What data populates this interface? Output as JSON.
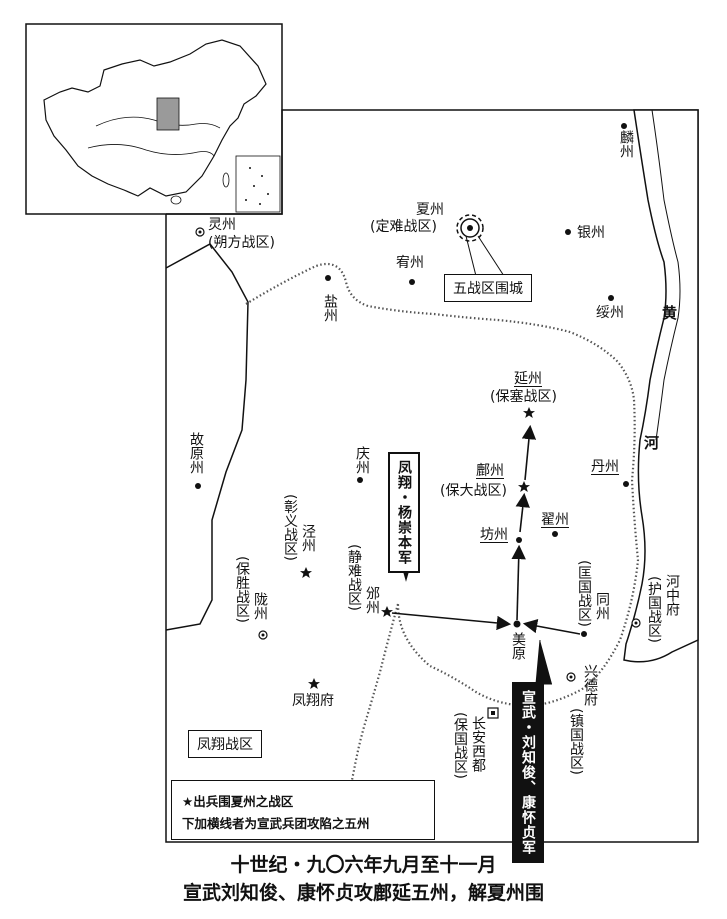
{
  "map": {
    "places": {
      "lingzhou": "灵州",
      "lingzhou_sub": "(朔方战区)",
      "xiazhou": "夏州",
      "xiazhou_sub": "(定难战区)",
      "youzhou": "宥州",
      "linzhou": "麟州",
      "yinzhou": "银州",
      "suizhou": "绥州",
      "yanzhou": "盐州",
      "yanzhou2": "延州",
      "yanzhou2_sub": "(保塞战区)",
      "fuzhou": "鄜州",
      "fuzhou_sub": "(保大战区)",
      "fangzhou": "坊州",
      "zhaizhou": "翟州",
      "danzhou": "丹州",
      "guyuan": "故原州",
      "qingzhou": "庆州",
      "jingzhou": "泾州",
      "zhangyi": "(彰义战区)",
      "jingnan": "(静难战区)",
      "binzhou": "邠州",
      "baosheng": "(保胜战区)",
      "longzhou": "陇州",
      "fengxiangfu": "凤翔府",
      "meiyuan": "美原",
      "tongzhou": "同州",
      "kuangguo": "(匡国战区)",
      "hezhongfu": "河中府",
      "huguo": "(护国战区)",
      "xingdefu": "兴德府",
      "zhenguo": "(镇国战区)",
      "changan": "长安西都",
      "baoguo": "(保国战区)",
      "river_huang": "黄",
      "river_he": "河"
    },
    "siege_label": "五战区围城",
    "fengxiang_zone": "凤翔战区",
    "army_west": "凤翔・杨崇本军",
    "army_east": "宣武・刘知俊、康怀贞军"
  },
  "legend": {
    "line1": "★出兵围夏州之战区",
    "line2": "下加横线者为宣武兵团攻陷之五州"
  },
  "caption": {
    "line1": "十世纪・九〇六年九月至十一月",
    "line2": "宣武刘知俊、康怀贞攻鄜延五州，解夏州围"
  }
}
